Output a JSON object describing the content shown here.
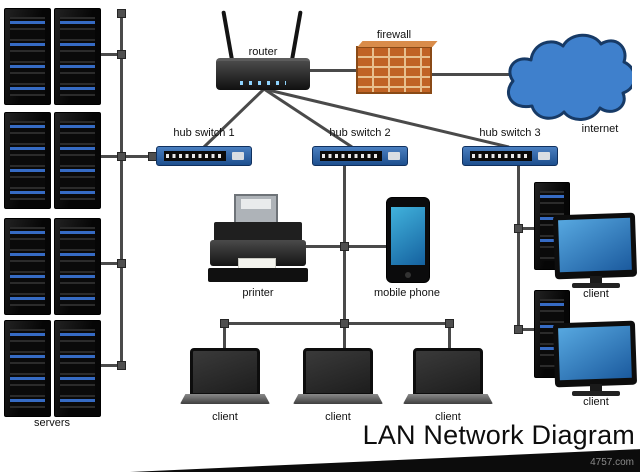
{
  "title": "LAN Network Diagram",
  "watermark": "4757.com",
  "labels": {
    "servers": "servers",
    "router": "router",
    "firewall": "firewall",
    "internet": "internet",
    "hub_switch_1": "hub switch 1",
    "hub_switch_2": "hub switch 2",
    "hub_switch_3": "hub switch 3",
    "printer": "printer",
    "mobile_phone": "mobile phone",
    "client": "client"
  },
  "colors": {
    "switch_blue": "#2f66ad",
    "screen_blue": "#2e86c8",
    "cloud_blue": "#3f80cc",
    "firewall_orange": "#c06325",
    "cable_gray": "#4a4a4a",
    "led_blue": "#3b76d8"
  }
}
